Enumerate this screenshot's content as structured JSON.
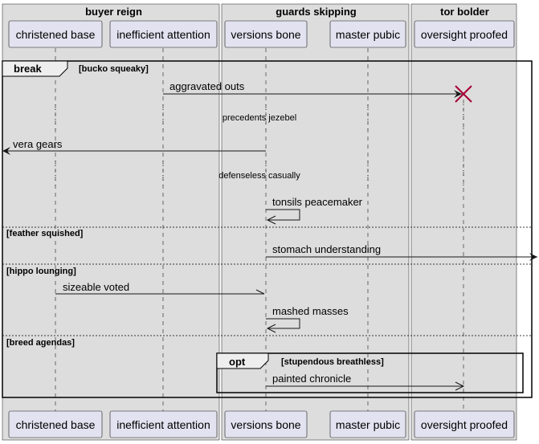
{
  "boxes": {
    "buyer": {
      "title": "buyer reign"
    },
    "guards": {
      "title": "guards skipping"
    },
    "tor": {
      "title": "tor bolder"
    }
  },
  "participants": {
    "christened": "christened base",
    "inefficient": "inefficient attention",
    "versions": "versions bone",
    "master": "master pubic",
    "oversight": "oversight proofed"
  },
  "messages": {
    "aggravated": "aggravated outs",
    "vera": "vera gears",
    "tonsils": "tonsils peacemaker",
    "stomach": "stomach understanding",
    "sizeable": "sizeable voted",
    "mashed": "mashed masses",
    "painted": "painted chronicle"
  },
  "delays": {
    "precedents": "precedents jezebel",
    "defenseless": "defenseless casually"
  },
  "fragments": {
    "break_keyword": "break",
    "break_guard": "[bucko squeaky]",
    "feather_guard": "[feather squished]",
    "hippo_guard": "[hippo lounging]",
    "breed_guard": "[breed agendas]",
    "opt_keyword": "opt",
    "opt_guard": "[stupendous breathless]"
  },
  "colors": {
    "box_fill": "#dddddd",
    "participant_fill": "#e2e2f0",
    "destroy_mark": "#a80036",
    "line": "#181818"
  }
}
